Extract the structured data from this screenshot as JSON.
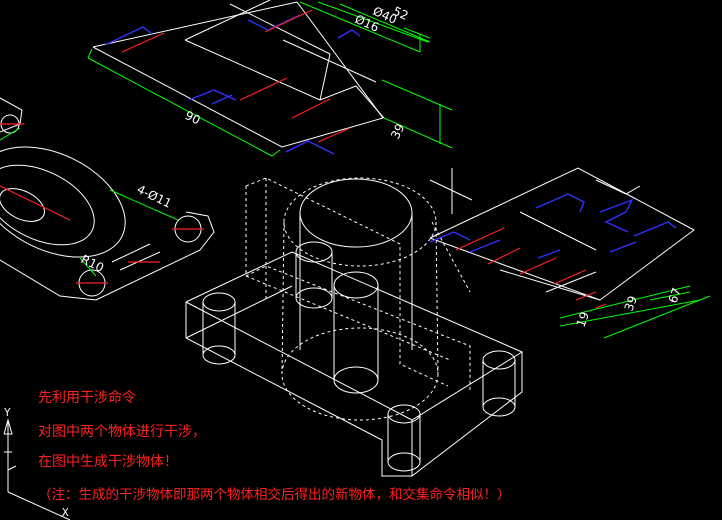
{
  "dimensions": {
    "top_view": {
      "d52": "52",
      "d40": "Ø40",
      "d16": "Ø16",
      "d90": "90",
      "d39": "39"
    },
    "plan_view": {
      "holes": "4-Ø11",
      "radius": "R10"
    },
    "side_view": {
      "d19": "19",
      "d39": "39",
      "d67": "67"
    }
  },
  "axes": {
    "x": "X",
    "y": "Y"
  },
  "notes": [
    "先利用干涉命令",
    "对图中两个物体进行干涉，",
    "在图中生成干涉物体！",
    "（注：生成的干涉物体即那两个物体相交后得出的新物体，和交集命令相似！）"
  ],
  "colors": {
    "background": "#000000",
    "object_lines": "#ffffff",
    "dimension_lines": "#00ff00",
    "hidden_lines": "#3030ff",
    "center_lines": "#ff2020",
    "note_text": "#ff2020"
  }
}
